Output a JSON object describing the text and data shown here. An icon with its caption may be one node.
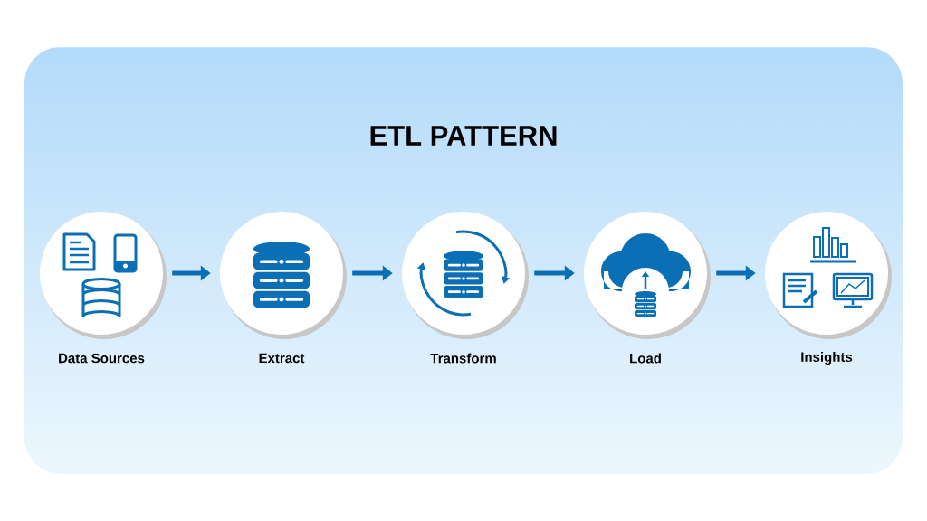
{
  "diagram": {
    "title": "ETL PATTERN",
    "nodes": [
      {
        "text": [
          "Data Sources"
        ]
      },
      {
        "text": [
          "Extract"
        ]
      },
      {
        "text": [
          "Transform"
        ]
      },
      {
        "text": [
          "Load"
        ]
      },
      {
        "text": [
          "Insights"
        ]
      }
    ],
    "edges": [
      {
        "from": 0,
        "to": 1,
        "arrow": "to"
      },
      {
        "from": 1,
        "to": 2,
        "arrow": "to"
      },
      {
        "from": 2,
        "to": 3,
        "arrow": "to"
      },
      {
        "from": 3,
        "to": 4,
        "arrow": "to"
      }
    ]
  }
}
